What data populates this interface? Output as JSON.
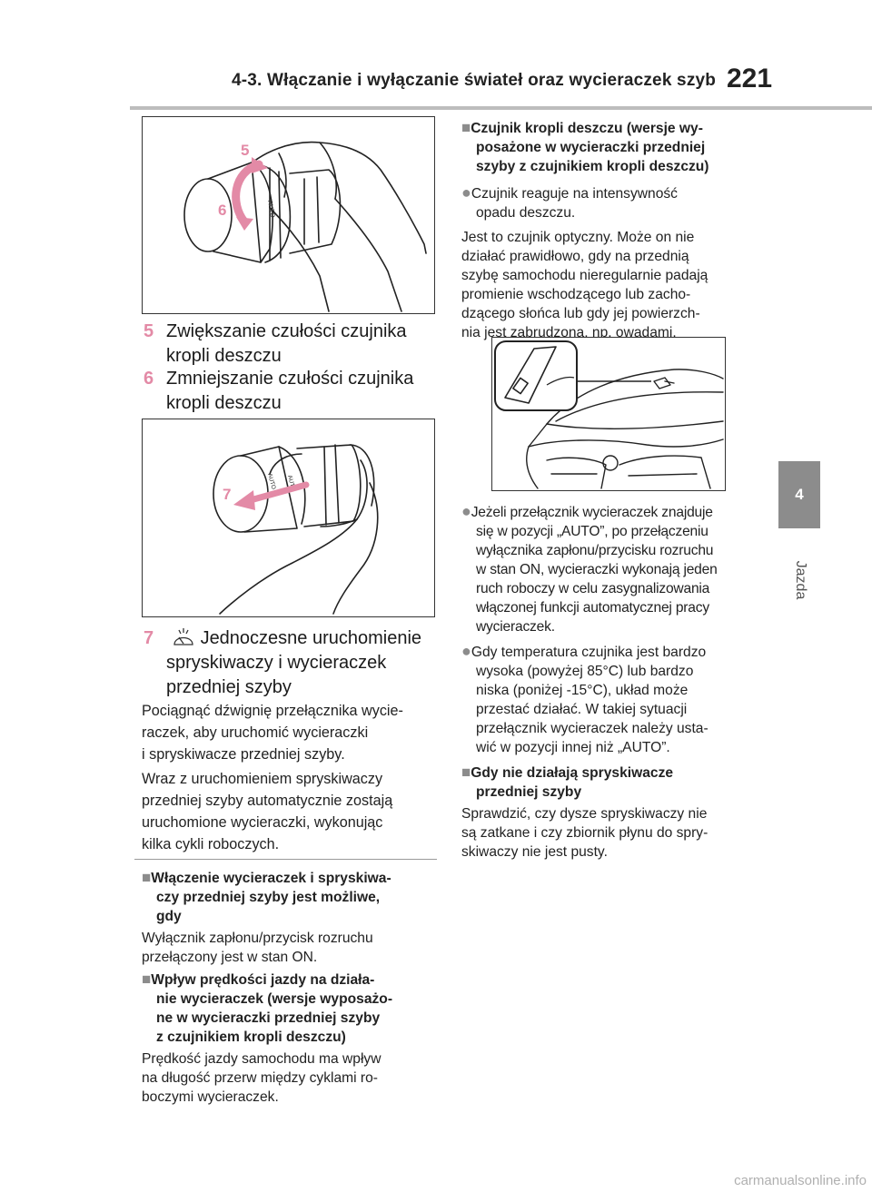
{
  "header": {
    "title": "4-3. Włączanie i wyłączanie świateł oraz wycieraczek szyb",
    "page_number": "221"
  },
  "side_tab": {
    "number": "4",
    "label": "Jazda"
  },
  "figure1": {
    "label_5": "5",
    "label_6": "6",
    "switch_text": "AUTO"
  },
  "items": [
    {
      "num": "5",
      "line1": "Zwiększanie czułości czujnika",
      "line2": "kropli deszczu"
    },
    {
      "num": "6",
      "line1": "Zmniejszanie czułości czujnika",
      "line2": "kropli deszczu"
    }
  ],
  "figure2": {
    "label_7": "7",
    "switch_text_a": "AUTO",
    "switch_text_b": "AUTO"
  },
  "item7": {
    "num": "7",
    "line1": "Jednoczesne uruchomienie",
    "line2": "spryskiwaczy i wycieraczek",
    "line3": "przedniej szyby",
    "icon": "washer-icon"
  },
  "left_paras": [
    [
      "Pociągnąć dźwignię przełącznika wycie-",
      "raczek, aby uruchomić wycieraczki",
      "i spryskiwacze przedniej szyby."
    ],
    [
      "Wraz z uruchomieniem spryskiwaczy",
      "przedniej szyby automatycznie zostają",
      "uruchomione wycieraczki, wykonując",
      "kilka cykli roboczych."
    ]
  ],
  "sections_left": [
    {
      "heading": [
        "Włączenie wycieraczek i spryskiwa-",
        "czy przedniej szyby jest możliwe,",
        "gdy"
      ],
      "body": [
        "Wyłącznik zapłonu/przycisk rozruchu",
        "przełączony jest w stan ON."
      ]
    },
    {
      "heading": [
        "Wpływ prędkości jazdy na działa-",
        "nie wycieraczek (wersje wyposażo-",
        "ne w wycieraczki przedniej szyby",
        "z czujnikiem kropli deszczu)"
      ],
      "body": [
        "Prędkość jazdy samochodu ma wpływ",
        "na długość przerw między cyklami ro-",
        "boczymi wycieraczek."
      ]
    }
  ],
  "right": {
    "section1_heading": [
      "Czujnik kropli deszczu (wersje wy-",
      "posażone w wycieraczki przedniej",
      "szyby z czujnikiem kropli deszczu)"
    ],
    "bullet1": [
      "Czujnik reaguje na intensywność",
      "opadu deszczu."
    ],
    "para1": [
      "Jest to czujnik optyczny. Może on nie",
      "działać prawidłowo, gdy na przednią",
      "szybę samochodu nieregularnie padają",
      "promienie wschodzącego lub zacho-",
      "dzącego słońca lub gdy jej powierzch-",
      "nia jest zabrudzona, np. owadami."
    ],
    "bullet2": [
      "Jeżeli przełącznik wycieraczek znajduje",
      "się w pozycji „AUTO”, po przełączeniu",
      "wyłącznika zapłonu/przycisku rozruchu",
      "w stan ON, wycieraczki wykonają jeden",
      "ruch roboczy w celu zasygnalizowania",
      "włączonej funkcji automatycznej pracy",
      "wycieraczek."
    ],
    "bullet3": [
      "Gdy temperatura czujnika jest bardzo",
      "wysoka (powyżej 85°C) lub bardzo",
      "niska (poniżej -15°C), układ może",
      "przestać działać. W takiej sytuacji",
      "przełącznik wycieraczek należy usta-",
      "wić w pozycji innej niż „AUTO”."
    ],
    "section2_heading": [
      "Gdy nie działają spryskiwacze",
      "przedniej szyby"
    ],
    "para2": [
      "Sprawdzić, czy dysze spryskiwaczy nie",
      "są zatkane i czy zbiornik płynu do spry-",
      "skiwaczy nie jest pusty."
    ]
  },
  "markers": {
    "square": "■",
    "bullet": "●"
  },
  "watermark": "carmanualsonline.info",
  "colors": {
    "accent_pink": "#e38aa6",
    "tab_gray": "#8c8c8c"
  }
}
